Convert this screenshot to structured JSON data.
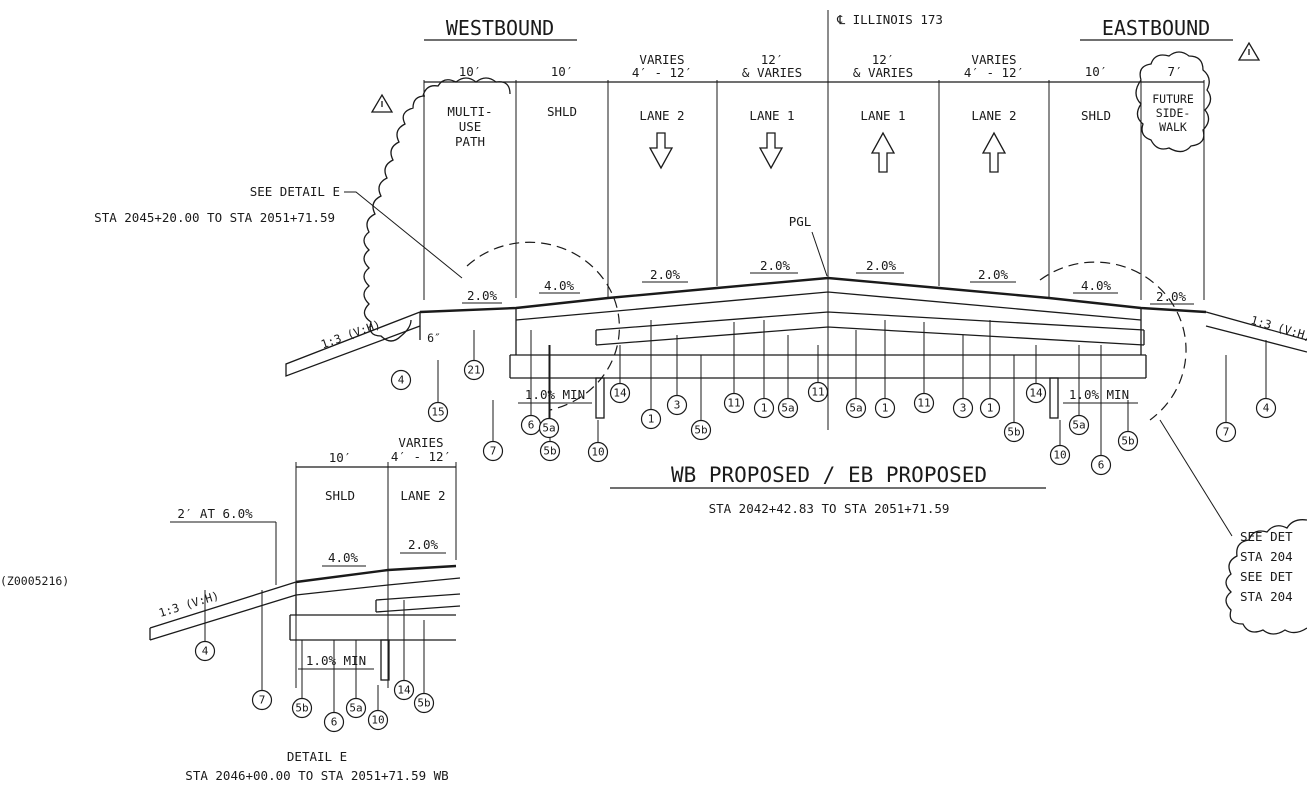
{
  "headers": {
    "westbound": "WESTBOUND",
    "eastbound": "EASTBOUND",
    "centerline": "℄ ILLINOIS 173"
  },
  "widths": [
    {
      "top": "10′",
      "bottom": ""
    },
    {
      "top": "10′",
      "bottom": ""
    },
    {
      "top": "VARIES",
      "bottom": "4′ - 12′"
    },
    {
      "top": "12′",
      "bottom": "& VARIES"
    },
    {
      "top": "12′",
      "bottom": "& VARIES"
    },
    {
      "top": "VARIES",
      "bottom": "4′ - 12′"
    },
    {
      "top": "10′",
      "bottom": ""
    },
    {
      "top": "7′",
      "bottom": ""
    }
  ],
  "zones": [
    {
      "lines": [
        "MULTI-",
        "USE",
        "PATH"
      ]
    },
    {
      "lines": [
        "SHLD"
      ]
    },
    {
      "lines": [
        "LANE 2"
      ],
      "arrow": "down-arrow-icon"
    },
    {
      "lines": [
        "LANE 1"
      ],
      "arrow": "down-arrow-icon"
    },
    {
      "lines": [
        "LANE 1"
      ],
      "arrow": "up-arrow-icon"
    },
    {
      "lines": [
        "LANE 2"
      ],
      "arrow": "up-arrow-icon"
    },
    {
      "lines": [
        "SHLD"
      ]
    },
    {
      "lines": [
        "FUTURE",
        "SIDE-",
        "WALK"
      ]
    }
  ],
  "slopes": [
    "2.0%",
    "4.0%",
    "2.0%",
    "2.0%",
    "2.0%",
    "2.0%",
    "4.0%",
    "2.0%"
  ],
  "side_slopes": {
    "left": "1:3 (V:H)",
    "right": "1:3 (V:H)"
  },
  "labels": {
    "pgl": "PGL",
    "six_inch": "6″",
    "min_left": "1.0% MIN",
    "min_right": "1.0% MIN"
  },
  "notes": {
    "see_detail_e_1": "SEE DETAIL E",
    "see_detail_e_2": "STA 2045+20.00 TO STA 2051+71.59",
    "z_code": "(Z0005216)",
    "right_note_lines": [
      "SEE DET",
      "STA 204",
      "SEE DET",
      "STA 204"
    ]
  },
  "section_title": "WB PROPOSED / EB PROPOSED",
  "section_station": "STA 2042+42.83 TO STA 2051+71.59",
  "detail": {
    "widths": [
      {
        "top": "10′",
        "bottom": ""
      },
      {
        "top": "VARIES",
        "bottom": "4′ - 12′"
      }
    ],
    "zones": [
      "SHLD",
      "LANE 2"
    ],
    "slopes": [
      "4.0%",
      "2.0%"
    ],
    "extra_slope": "2′ AT 6.0%",
    "side_slope": "1:3 (V:H)",
    "min": "1.0% MIN",
    "title": "DETAIL E",
    "station": "STA 2046+00.00 TO STA 2051+71.59 WB"
  },
  "bubbles_main": [
    "21",
    "4",
    "15",
    "7",
    "6",
    "5b",
    "5a",
    "10",
    "14",
    "1",
    "3",
    "5b",
    "11",
    "1",
    "5a",
    "11",
    "5a",
    "1",
    "11",
    "3",
    "1",
    "5b",
    "14",
    "10",
    "6",
    "5a",
    "5b",
    "7",
    "4"
  ],
  "bubbles_detail": [
    "4",
    "7",
    "5b",
    "6",
    "5a",
    "10",
    "14",
    "5b"
  ],
  "revision_marks": [
    "revision-triangle-icon",
    "revision-triangle-icon"
  ]
}
